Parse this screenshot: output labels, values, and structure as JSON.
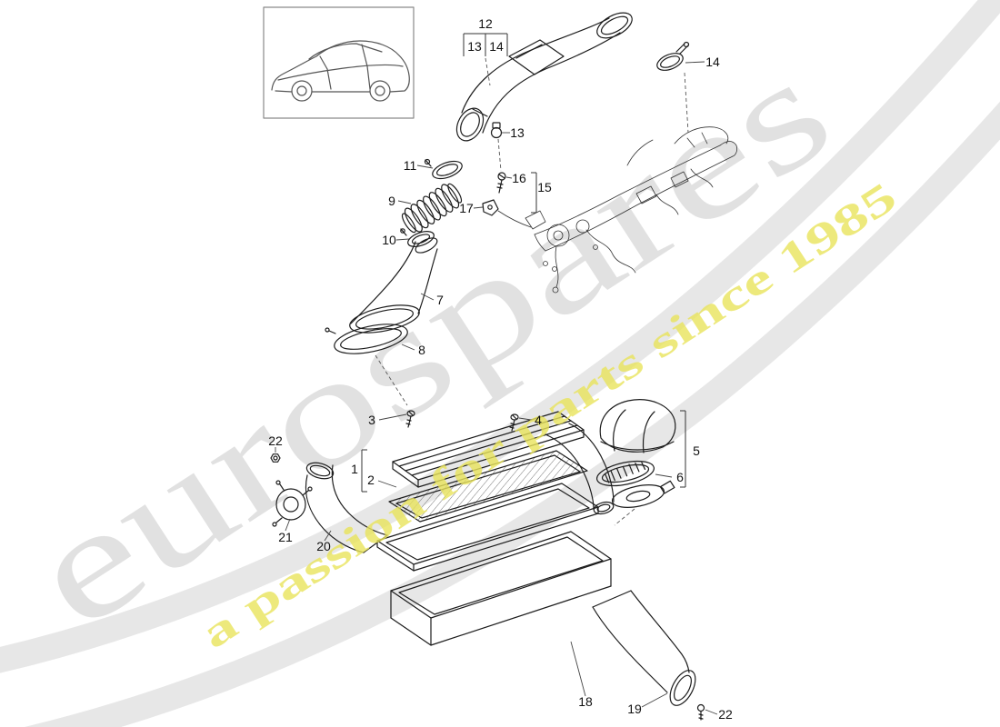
{
  "watermark": {
    "brand": "eurospares",
    "tagline": "a passion for parts since 1985",
    "brand_color": "#c9c9c9",
    "tagline_color": "#e9e45c"
  },
  "callouts": {
    "c12": "12",
    "c13a": "13",
    "c14a": "14",
    "c14b": "14",
    "c13b": "13",
    "c11": "11",
    "c16": "16",
    "c15": "15",
    "c9": "9",
    "c17": "17",
    "c10": "10",
    "c7": "7",
    "c8": "8",
    "c3": "3",
    "c4": "4",
    "c22a": "22",
    "c1": "1",
    "c2": "2",
    "c5": "5",
    "c6": "6",
    "c21": "21",
    "c20": "20",
    "c18": "18",
    "c19": "19",
    "c22b": "22"
  }
}
